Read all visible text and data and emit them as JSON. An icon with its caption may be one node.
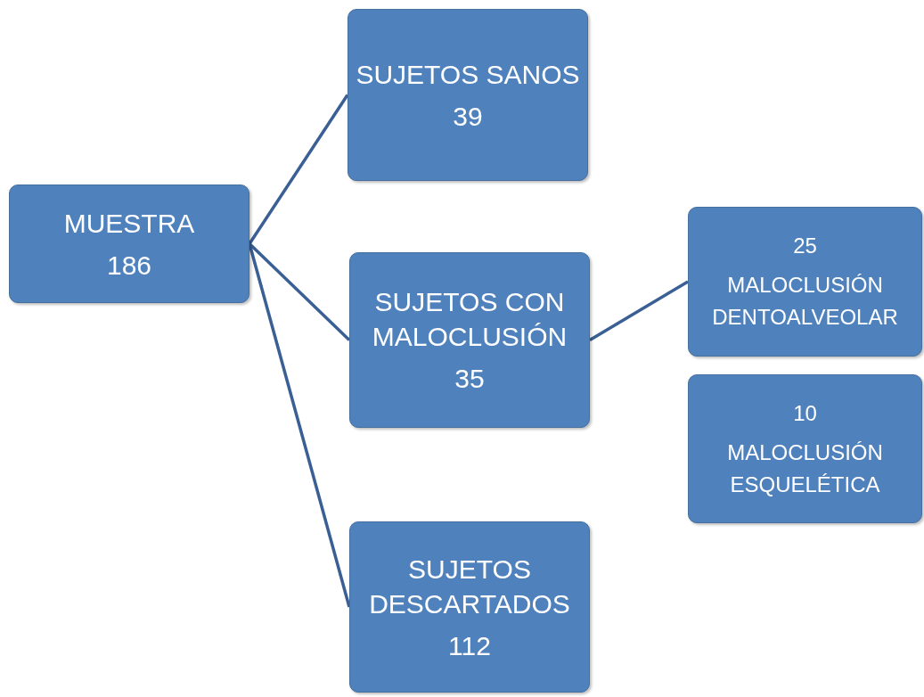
{
  "diagram": {
    "nodes": [
      {
        "text": [
          "MUESTRA",
          "186"
        ]
      },
      {
        "text": [
          "SUJETOS SANOS",
          "39"
        ]
      },
      {
        "text": [
          "SUJETOS CON MALOCLUSIÓN",
          "35"
        ]
      },
      {
        "text": [
          "SUJETOS DESCARTADOS",
          "112"
        ]
      },
      {
        "text": [
          "25",
          "MALOCLUSIÓN DENTOALVEOLAR"
        ]
      },
      {
        "text": [
          "10",
          "MALOCLUSIÓN ESQUELÉTICA"
        ]
      }
    ],
    "edges": [
      {
        "from": 0,
        "to": 1,
        "arrow": "none"
      },
      {
        "from": 0,
        "to": 2,
        "arrow": "none"
      },
      {
        "from": 0,
        "to": 3,
        "arrow": "none"
      },
      {
        "from": 2,
        "to": 4,
        "arrow": "none"
      }
    ]
  }
}
